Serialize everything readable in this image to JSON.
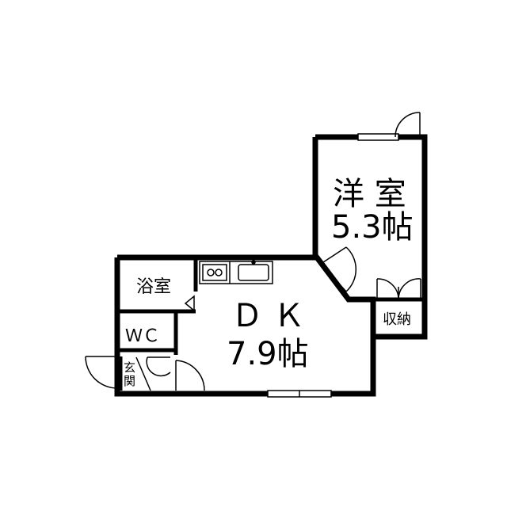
{
  "rooms": {
    "western_room": {
      "name": "洋 室",
      "size": "5.3帖"
    },
    "dk": {
      "name": "Ｄ Ｋ",
      "size": "7.9帖"
    },
    "bath": {
      "name": "浴室"
    },
    "wc": {
      "name": "ＷＣ"
    },
    "entrance": {
      "name_top": "玄",
      "name_bottom": "関"
    },
    "storage": {
      "name": "収納"
    }
  },
  "colors": {
    "wall": "#000000",
    "background": "#ffffff"
  }
}
